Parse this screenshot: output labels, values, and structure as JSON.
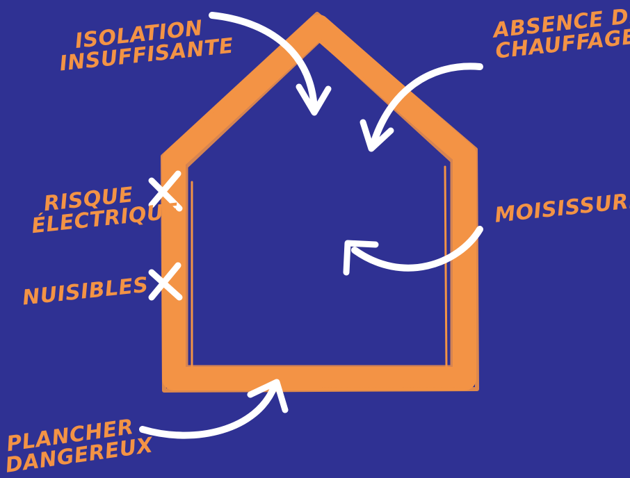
{
  "labels": {
    "isolation": [
      "ISOLATION",
      "INSUFFISANTE"
    ],
    "chauffage": [
      "ABSENCE DE",
      "CHAUFFAGE"
    ],
    "electrique": [
      "RISQUE",
      "ÉLECTRIQUE"
    ],
    "moisissures": [
      "MOISISSURES"
    ],
    "nuisibles": [
      "NUISIBLES"
    ],
    "plancher": [
      "PLANCHER",
      "DANGEREUX"
    ]
  },
  "colors": {
    "background": "#2f3193",
    "house": "#f39345",
    "label": "#f39345",
    "arrow": "#ffffff"
  }
}
